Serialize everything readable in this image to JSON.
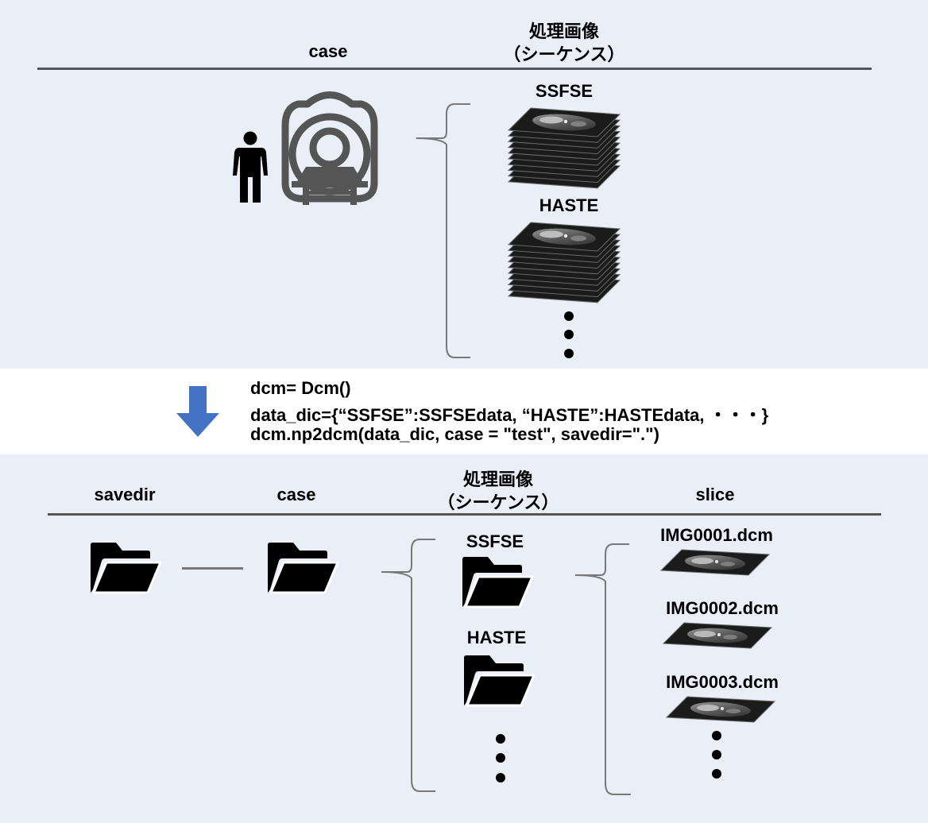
{
  "top": {
    "case_header": "case",
    "sequence_header_line1": "処理画像",
    "sequence_header_line2": "（シーケンス）",
    "sequences": [
      "SSFSE",
      "HASTE"
    ]
  },
  "code": {
    "line1": "dcm= Dcm()",
    "line2": "data_dic={“SSFSE”:SSFSEdata, “HASTE”:HASTEdata, ・・・}",
    "line3": "dcm.np2dcm(data_dic, case = \"test\", savedir=\".\")"
  },
  "bottom": {
    "savedir_header": "savedir",
    "case_header": "case",
    "sequence_header_line1": "処理画像",
    "sequence_header_line2": "（シーケンス）",
    "slice_header": "slice",
    "sequences": [
      "SSFSE",
      "HASTE"
    ],
    "slices": [
      "IMG0001.dcm",
      "IMG0002.dcm",
      "IMG0003.dcm"
    ]
  },
  "colors": {
    "panel_bg": "#e9eef7",
    "arrow": "#4472c4",
    "line": "#555555",
    "icon": "#000000",
    "scanner": "#555555"
  },
  "icons": {
    "person": "person-icon",
    "scanner": "mri-scanner-icon",
    "folder": "folder-open-icon",
    "image_stack": "mri-slice-stack-icon",
    "slice": "mri-slice-icon",
    "down_arrow": "down-arrow-icon",
    "ellipsis": "vertical-ellipsis-icon"
  }
}
